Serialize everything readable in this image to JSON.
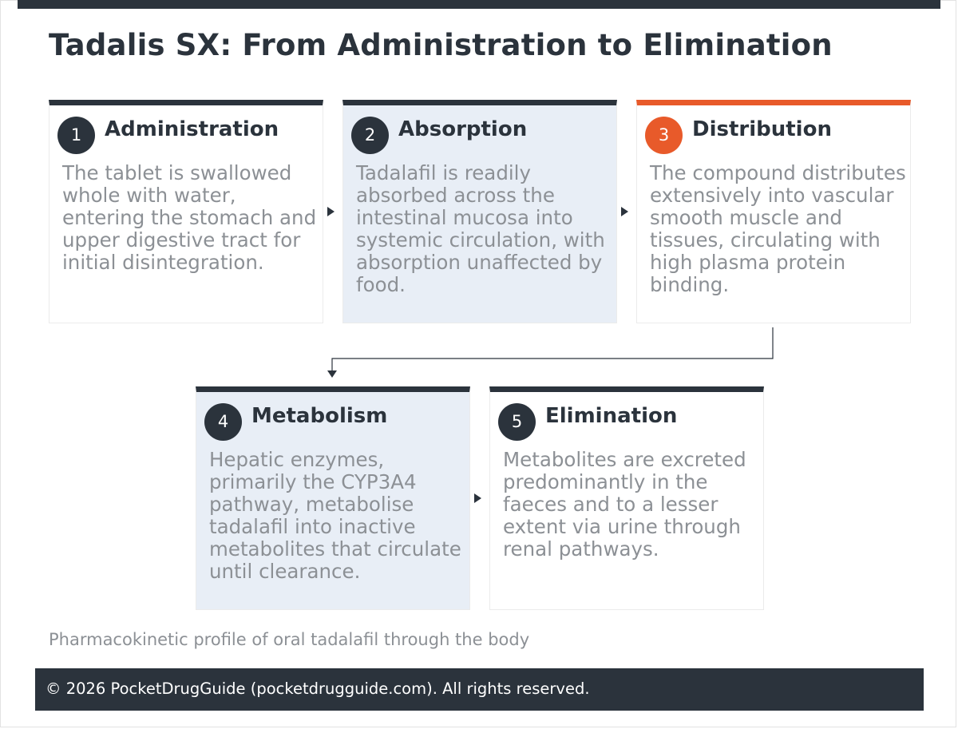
{
  "title": "Tadalis SX: From Administration to Elimination",
  "steps": [
    {
      "number": "1",
      "title": "Administration",
      "body": "The tablet is swallowed whole with water, entering the stomach and upper digestive tract for initial disintegration."
    },
    {
      "number": "2",
      "title": "Absorption",
      "body": "Tadalafil is readily absorbed across the intestinal mucosa into systemic circulation, with absorption unaffected by food."
    },
    {
      "number": "3",
      "title": "Distribution",
      "body": "The compound distributes extensively into vascular smooth muscle and tissues, circulating with high plasma protein binding."
    },
    {
      "number": "4",
      "title": "Metabolism",
      "body": "Hepatic enzymes, primarily the CYP3A4 pathway, metabolise tadalafil into inactive metabolites that circulate until clearance."
    },
    {
      "number": "5",
      "title": "Elimination",
      "body": "Metabolites are excreted predominantly in the faeces and to a lesser extent via urine through renal pathways."
    }
  ],
  "caption": "Pharmacokinetic profile of oral tadalafil through the body",
  "footer": "© 2026 PocketDrugGuide (pocketdrugguide.com). All rights reserved.",
  "colors": {
    "dark": "#2b333c",
    "accent": "#e85a2a",
    "shaded": "#e8eef6",
    "body_text": "#8c9095"
  }
}
